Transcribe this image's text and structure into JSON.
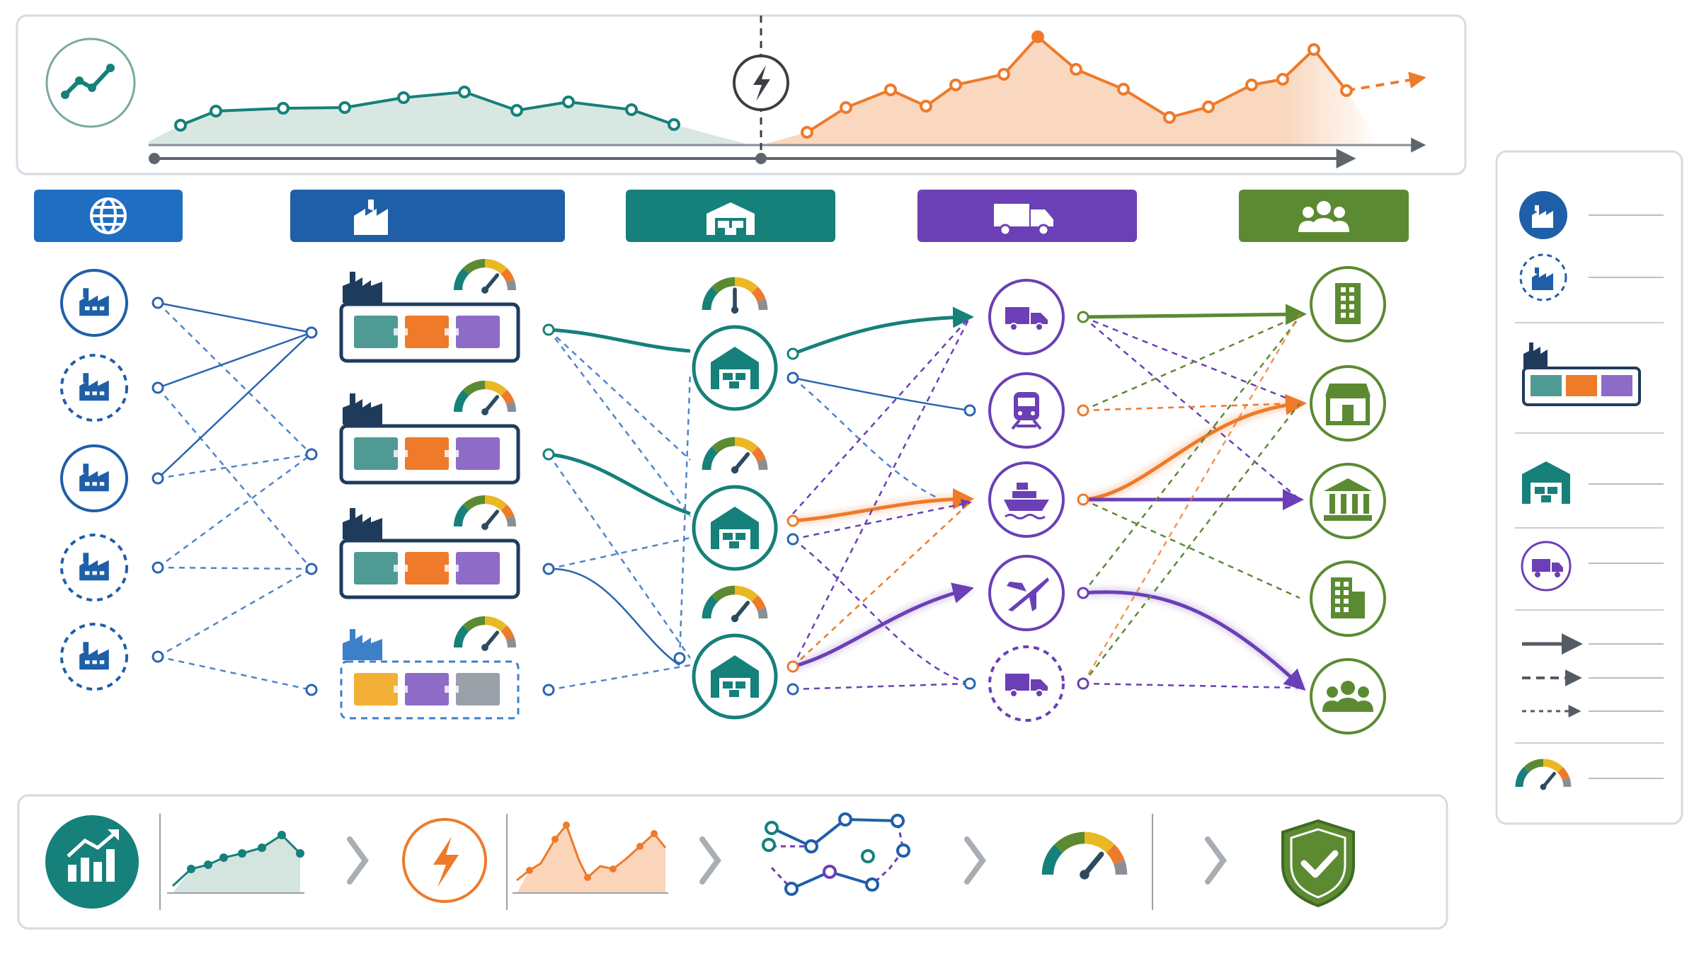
{
  "colors": {
    "blue": "#1f5fa8",
    "blue_light": "#3d7fc9",
    "navy": "#1f3b5c",
    "teal": "#16807a",
    "orange": "#ee7a2a",
    "purple": "#6b3fb5",
    "green": "#5c8a32",
    "gray": "#8a8f96",
    "panel_border": "#d5dbe2"
  },
  "header": {
    "stage_icons": [
      "globe-icon",
      "factory-icon",
      "warehouse-icon",
      "truck-icon",
      "people-icon"
    ]
  },
  "network": {
    "suppliers": [
      {
        "icon": "factory-icon",
        "style": "solid"
      },
      {
        "icon": "factory-icon",
        "style": "dashed"
      },
      {
        "icon": "factory-icon",
        "style": "solid"
      },
      {
        "icon": "factory-icon",
        "style": "dashed"
      },
      {
        "icon": "factory-icon",
        "style": "dashed"
      }
    ],
    "plants": [
      {
        "icon": "production-line-icon",
        "style": "solid"
      },
      {
        "icon": "production-line-icon",
        "style": "solid"
      },
      {
        "icon": "production-line-icon",
        "style": "solid"
      },
      {
        "icon": "production-line-icon",
        "style": "dashed"
      }
    ],
    "warehouses": [
      {
        "icon": "warehouse-icon"
      },
      {
        "icon": "warehouse-icon"
      },
      {
        "icon": "warehouse-icon"
      }
    ],
    "transport": [
      {
        "icon": "truck-icon",
        "style": "solid"
      },
      {
        "icon": "train-icon",
        "style": "solid"
      },
      {
        "icon": "ship-icon",
        "style": "solid"
      },
      {
        "icon": "plane-icon",
        "style": "solid"
      },
      {
        "icon": "truck-icon",
        "style": "dashed"
      }
    ],
    "customers": [
      {
        "icon": "office-building-icon"
      },
      {
        "icon": "store-icon"
      },
      {
        "icon": "bank-icon"
      },
      {
        "icon": "apartment-icon"
      },
      {
        "icon": "people-icon"
      }
    ]
  },
  "legend": {
    "items": [
      "factory-icon",
      "factory-dashed-icon",
      "production-line-icon",
      "warehouse-icon",
      "truck-icon",
      "solid-arrow-icon",
      "dashed-arrow-icon",
      "dotted-arrow-icon",
      "gauge-icon"
    ]
  },
  "process": {
    "steps": [
      "trend-up-icon",
      "history-chart-icon",
      "disruption-bolt-icon",
      "spike-chart-icon",
      "rerouting-network-icon",
      "gauge-icon",
      "shield-check-icon"
    ]
  },
  "gauges": {
    "plant_levels": [
      0.72,
      0.72,
      0.72,
      0.72
    ],
    "warehouse_levels": [
      0.5,
      0.72,
      0.72
    ]
  }
}
